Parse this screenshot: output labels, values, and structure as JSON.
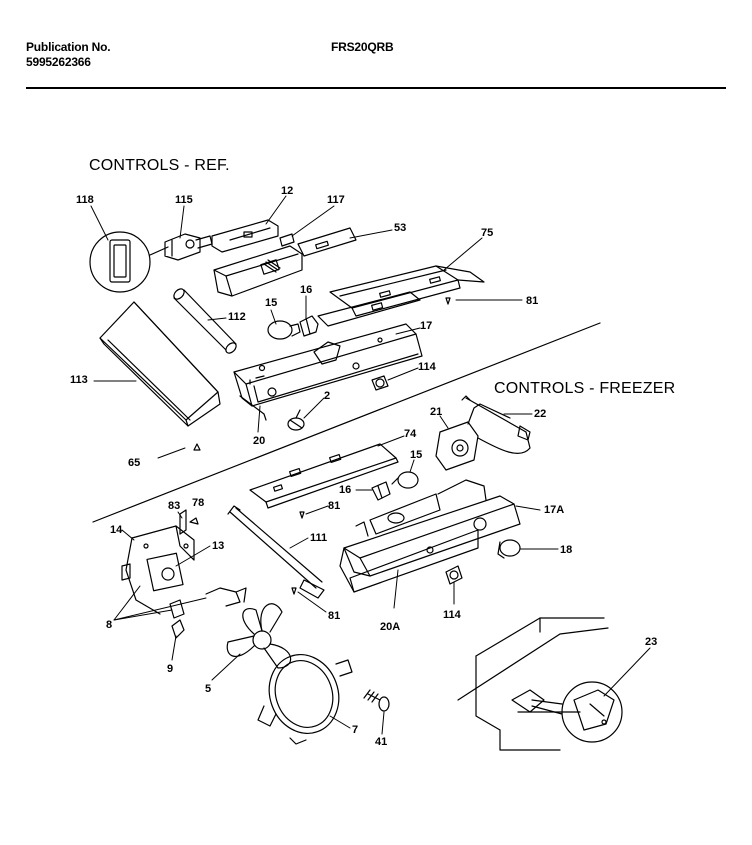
{
  "header": {
    "publication_label": "Publication No.",
    "publication_number": "5995262366",
    "model": "FRS20QRB"
  },
  "sections": {
    "ref": "CONTROLS - REF.",
    "freezer": "CONTROLS - FREEZER"
  },
  "callouts": [
    "118",
    "115",
    "12",
    "117",
    "53",
    "75",
    "81",
    "15",
    "16",
    "112",
    "17",
    "113",
    "114",
    "2",
    "20",
    "65",
    "74",
    "21",
    "22",
    "15",
    "16",
    "17A",
    "81",
    "83",
    "78",
    "14",
    "13",
    "111",
    "18",
    "20A",
    "114",
    "8",
    "81",
    "9",
    "5",
    "7",
    "41",
    "23"
  ]
}
